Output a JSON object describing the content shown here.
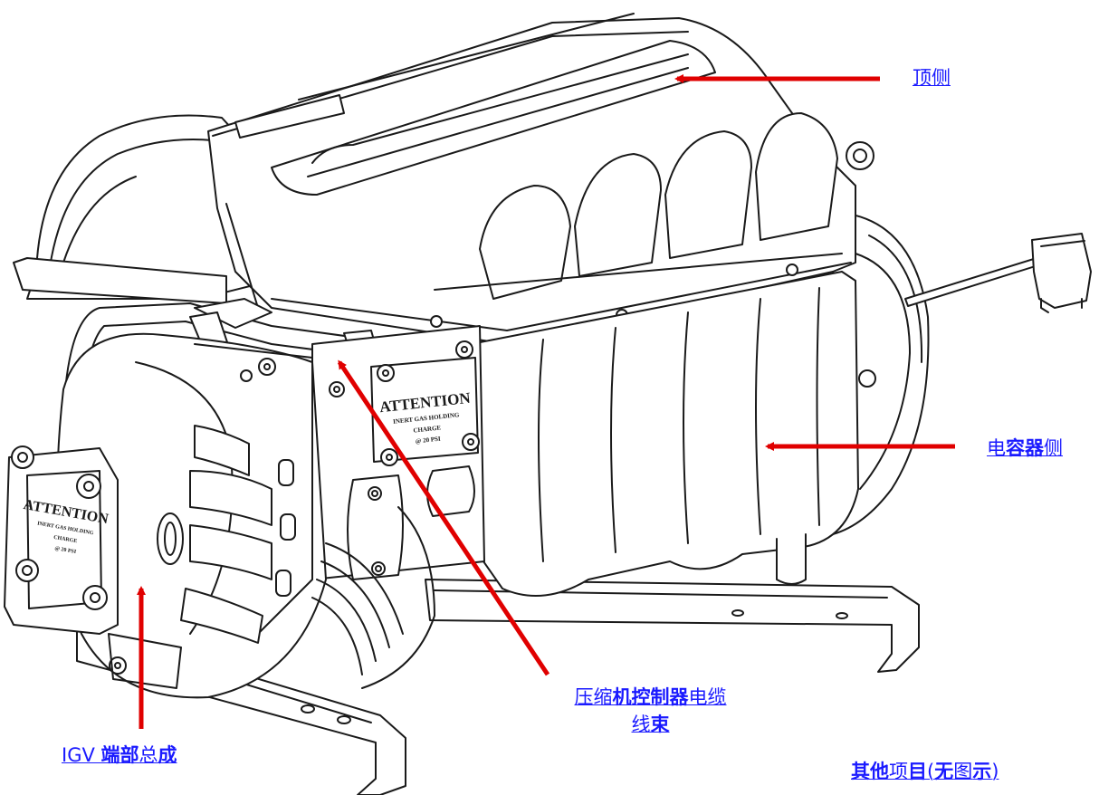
{
  "colors": {
    "link": "#1a1aff",
    "arrow": "#e00000",
    "line": "#1a1a1a"
  },
  "callouts": {
    "top_side": "顶侧",
    "capacitor_side_a": "电",
    "capacitor_side_b": "容器",
    "capacitor_side_c": "侧",
    "harness_line1_a": "压缩",
    "harness_line1_b": "机控制器",
    "harness_line1_c": "电缆",
    "harness_line2_a": "线",
    "harness_line2_b": "束",
    "igv_a": "IGV ",
    "igv_b": "端部",
    "igv_c": "总",
    "igv_d": "成",
    "other_a": "其他",
    "other_b": "项",
    "other_c": "目",
    "other_d": "(",
    "other_e": "无",
    "other_f": "图",
    "other_g": "示",
    "other_h": ")"
  },
  "plates": {
    "front_title": "ATTENTION",
    "front_line1": "INERT GAS HOLDING",
    "front_line2": "CHARGE",
    "front_line3": "@ 20 PSI",
    "side_title": "ATTENTION",
    "side_line1": "INERT GAS HOLDING",
    "side_line2": "CHARGE",
    "side_line3": "@ 20 PSI"
  }
}
